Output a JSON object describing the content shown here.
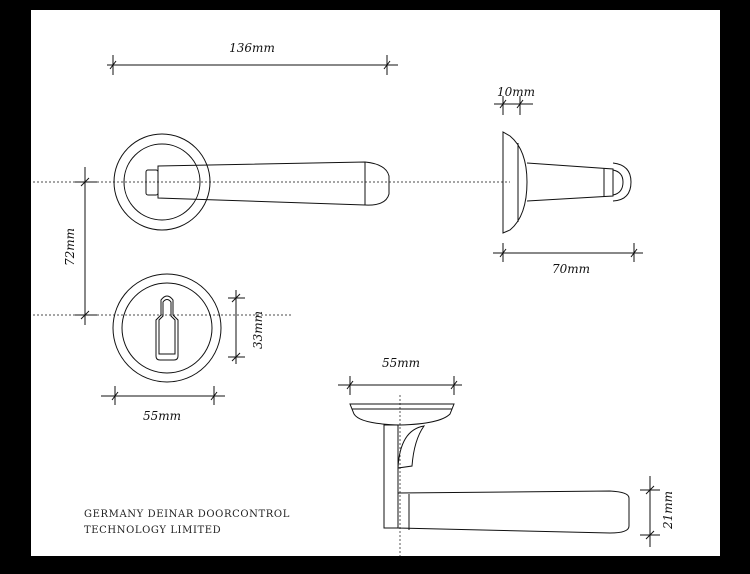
{
  "dimensions": {
    "handle_length": "136mm",
    "rose_offset": "72mm",
    "keyhole_height": "33mm",
    "rose_diameter": "55mm",
    "rose_thickness": "10mm",
    "projection": "70mm",
    "rose_diameter_bottom": "55mm",
    "lever_thickness": "21mm"
  },
  "company": {
    "line1": "GERMANY DEINAR DOORCONTROL",
    "line2": "TECHNOLOGY LIMITED"
  },
  "colors": {
    "background": "#000000",
    "sheet": "#ffffff",
    "line": "#111111"
  }
}
